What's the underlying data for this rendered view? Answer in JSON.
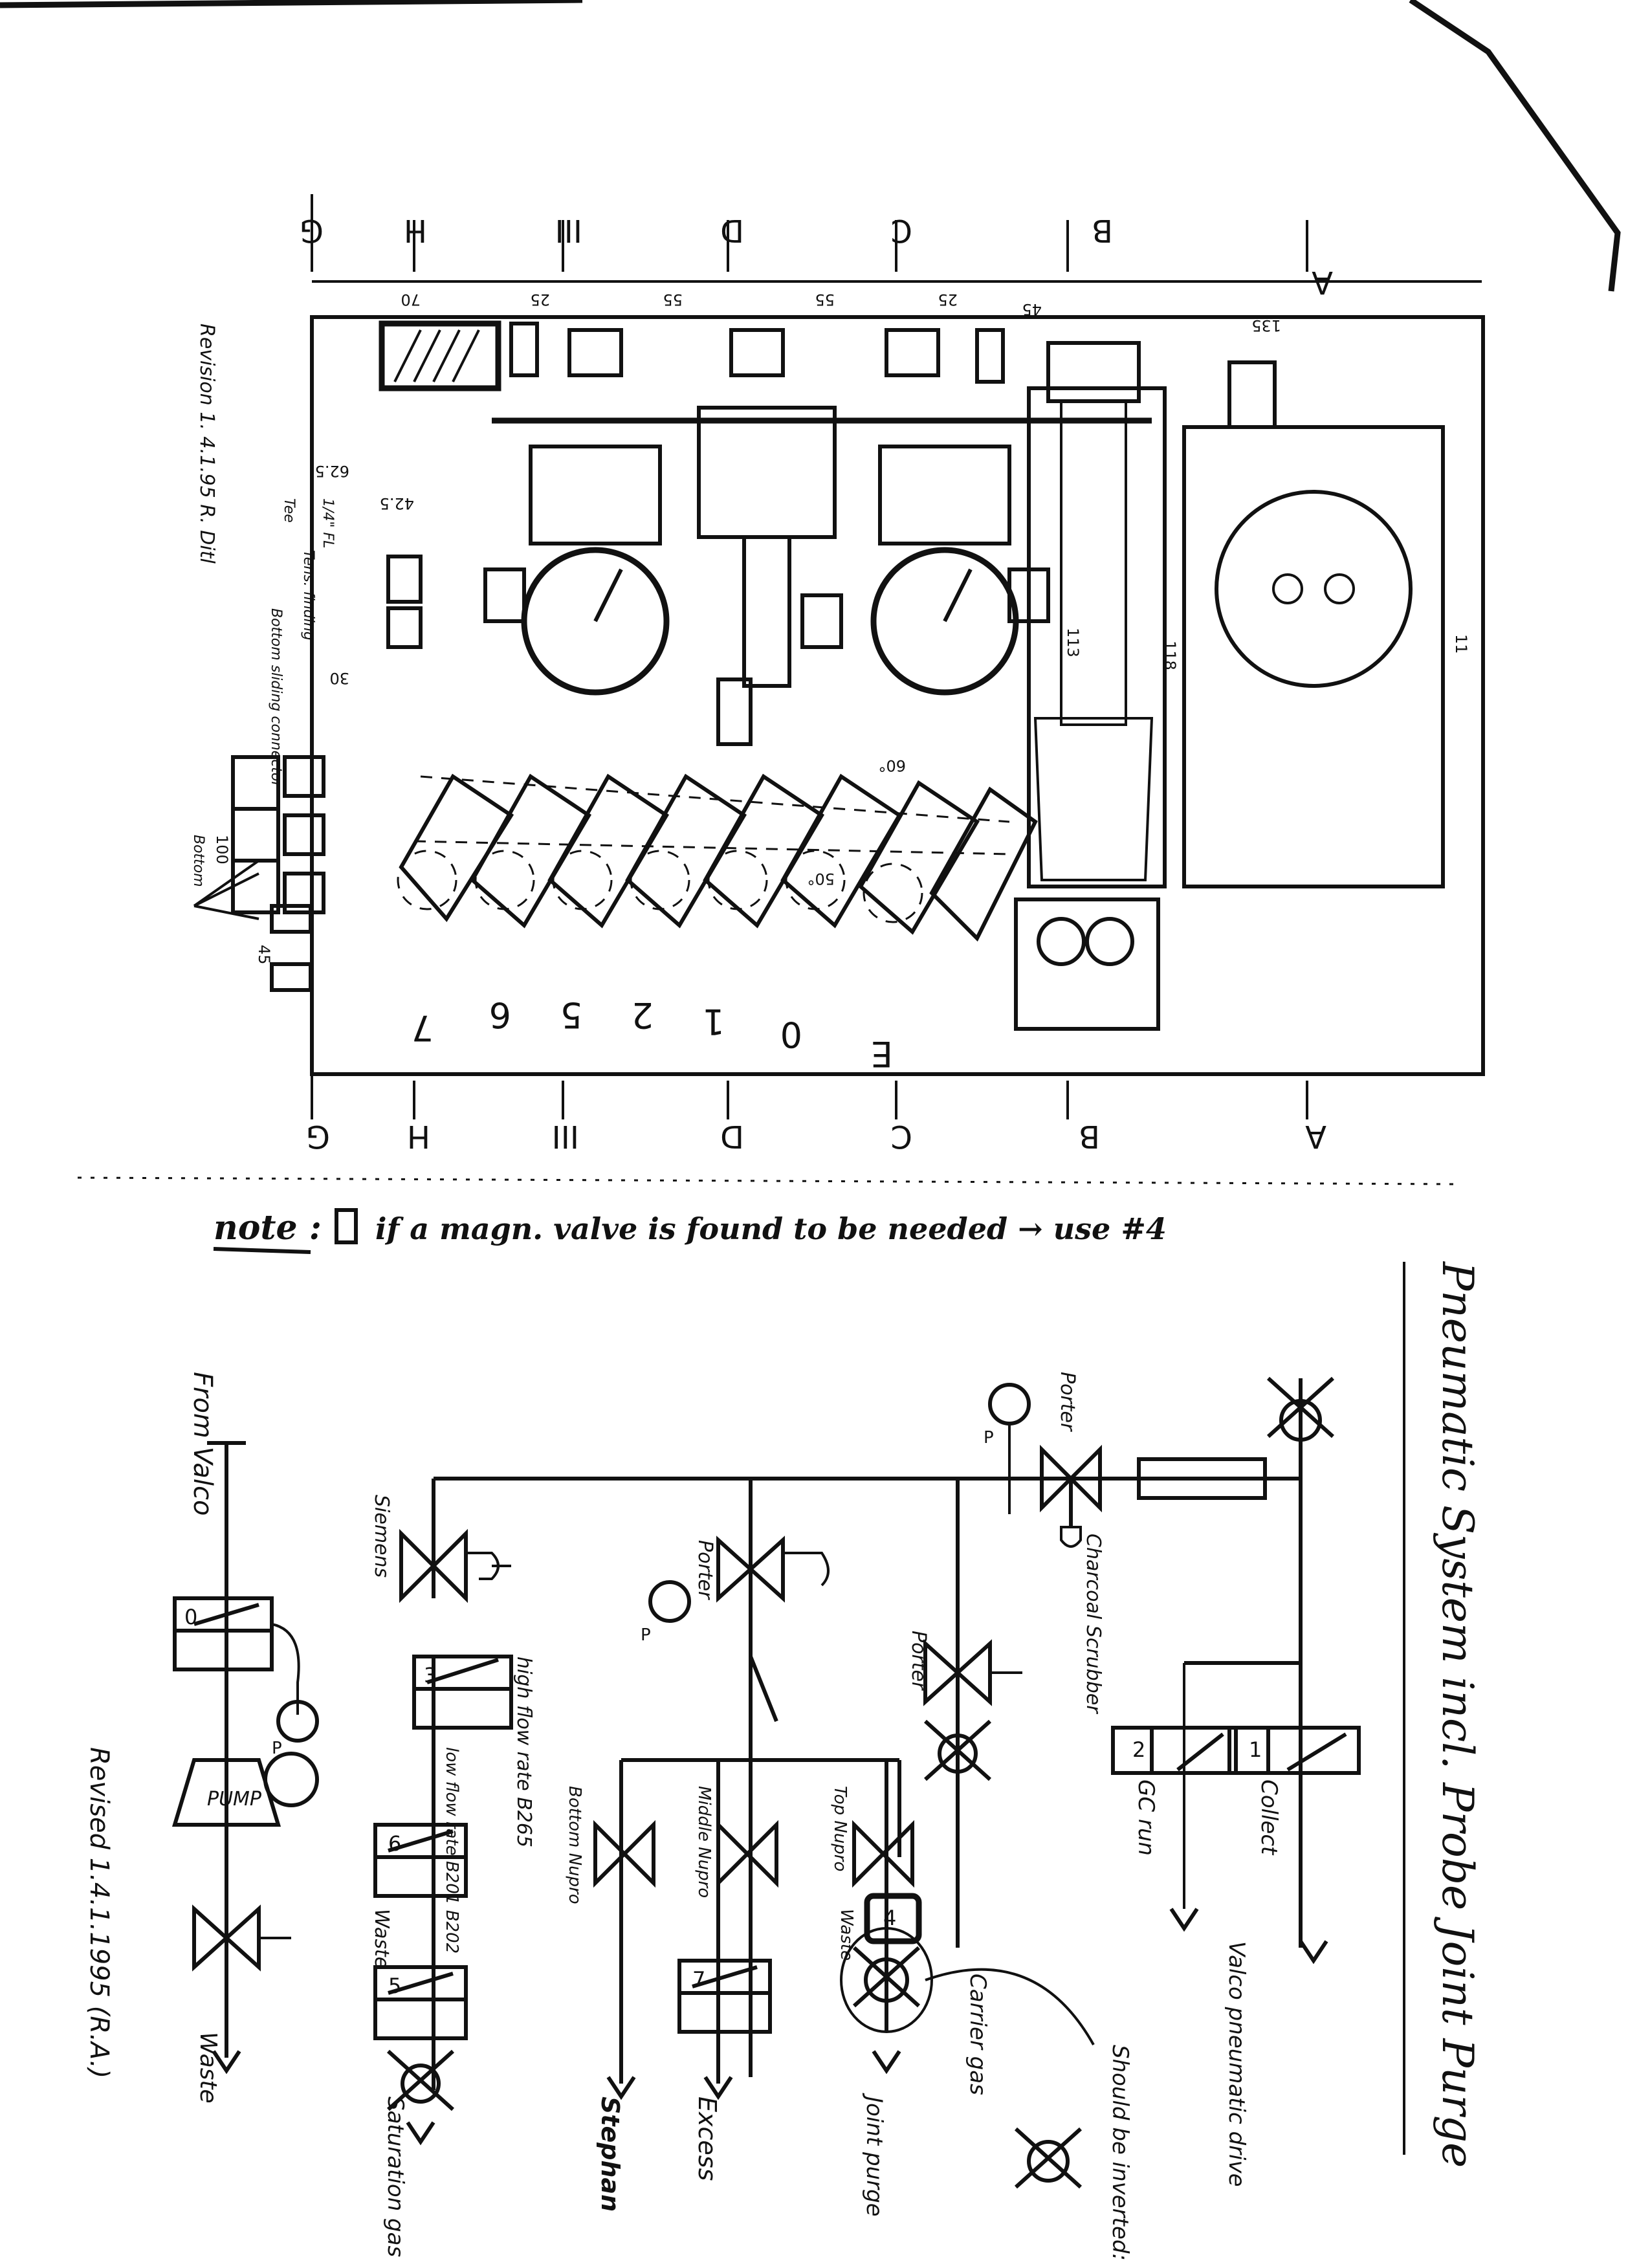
{
  "colors": {
    "ink": "#111111",
    "paper": "#ffffff"
  },
  "top_drawing": {
    "rows_top": [
      "G",
      "H",
      "III",
      "D",
      "C",
      "B",
      "A"
    ],
    "rows_bottom": [
      "G",
      "H",
      "III",
      "D",
      "C",
      "B",
      "A"
    ],
    "dims": [
      "70",
      "25",
      "55",
      "55",
      "25",
      "45",
      "135",
      "62.5",
      "42.5",
      "30",
      "113",
      "118",
      "60°",
      "50°",
      "100",
      "45",
      "11"
    ],
    "outlet_numbers": [
      "7",
      "6",
      "5",
      "2",
      "1",
      "0",
      "E"
    ],
    "side_notes": [
      "Tee",
      "Tens. finding",
      "Bottom sliding connector",
      "Bottom",
      "Revision 1. 4.1.95 R. Ditl",
      "1/4\" FL"
    ]
  },
  "note": {
    "prefix": "note :",
    "text": "if a magn. valve is found to be needed → use #4"
  },
  "schematic": {
    "title": "Pneumatic System incl. Probe Joint Purge",
    "labels": {
      "porter1": "Porter",
      "porter2": "Porter",
      "porter3": "Porter",
      "siemens": "Siemens",
      "charcoal": "Charcoal Scrubber",
      "collect": "Collect",
      "gcrun": "GC run",
      "valco_drive": "Valco pneumatic drive",
      "carrier": "Carrier gas",
      "joint": "Joint purge",
      "excess": "Excess",
      "stephan": "Stephan",
      "saturation": "Saturation gas",
      "waste1": "Waste",
      "waste2": "Waste",
      "high_flow": "high flow rate B265",
      "low_flow": "low flow rate B201 B202",
      "top_nupro": "Top Nupro",
      "middle_nupro": "Middle Nupro",
      "bottom_nupro": "Bottom Nupro",
      "from_valco": "From Valco",
      "pump": "PUMP",
      "p": "P",
      "should": "Should be inverted:",
      "signature": "Revised 1.4.1.1995 (R.A.)"
    },
    "valve_numbers": [
      "1",
      "2",
      "3",
      "4",
      "5",
      "6",
      "7",
      "0"
    ]
  }
}
